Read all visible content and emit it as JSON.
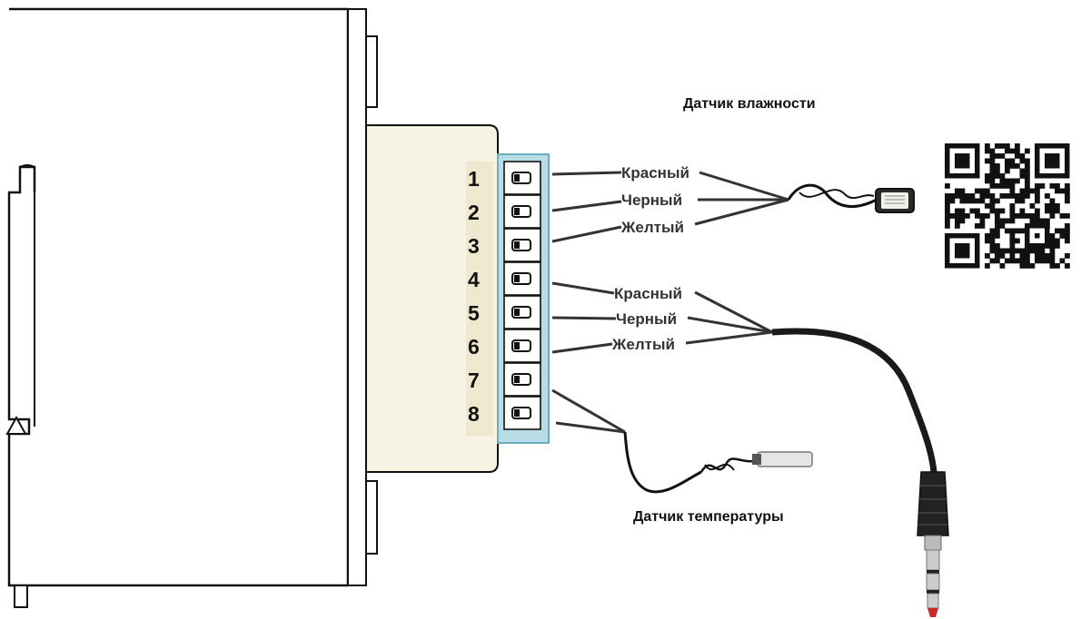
{
  "terminals": [
    {
      "number": "1"
    },
    {
      "number": "2"
    },
    {
      "number": "3"
    },
    {
      "number": "4"
    },
    {
      "number": "5"
    },
    {
      "number": "6"
    },
    {
      "number": "7"
    },
    {
      "number": "8"
    }
  ],
  "humidity_sensor": {
    "title": "Датчик влажности",
    "wires": [
      "Красный",
      "Черный",
      "Желтый"
    ]
  },
  "jack_cable": {
    "wires": [
      "Красный",
      "Черный",
      "Желтый"
    ]
  },
  "temperature_sensor": {
    "title": "Датчик температуры"
  },
  "colors": {
    "outline": "#111111",
    "housing": "#f7f3e4",
    "terminal_block": "#b9dde6",
    "wire_label": "#333333",
    "cable": "#1a1a1a"
  },
  "icons": [
    "din-rail-housing",
    "terminal-block",
    "humidity-sensor-probe",
    "temperature-sensor-probe",
    "audio-jack-plug",
    "qr-code-icon"
  ]
}
